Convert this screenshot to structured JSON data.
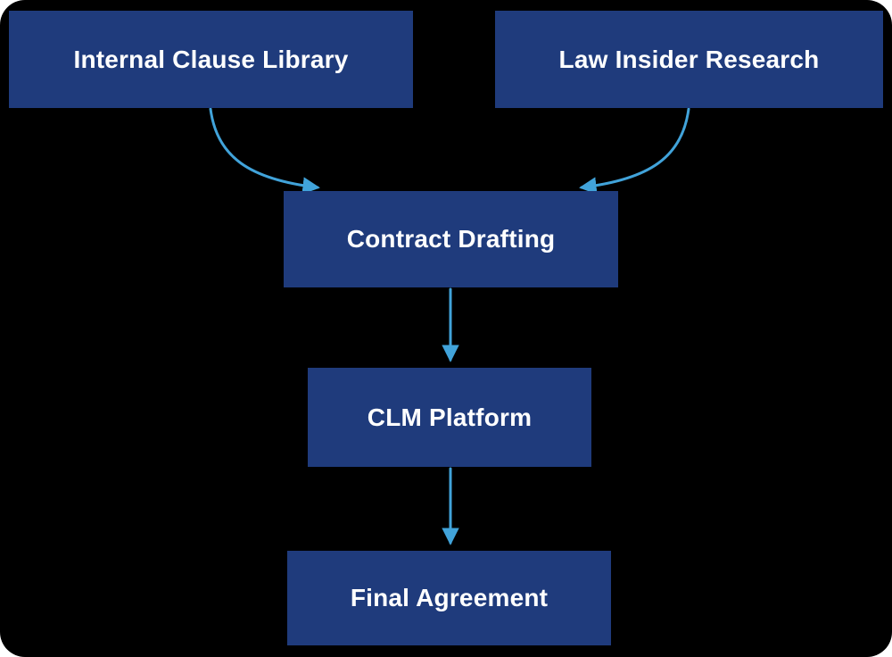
{
  "diagram": {
    "type": "flowchart",
    "background_color": "#000000",
    "node_fill_color": "#1f3b7c",
    "node_text_color": "#ffffff",
    "arrow_color": "#41a3da",
    "nodes": [
      {
        "id": "internal-clause-library",
        "label": "Internal Clause Library"
      },
      {
        "id": "law-insider-research",
        "label": "Law Insider Research"
      },
      {
        "id": "contract-drafting",
        "label": "Contract Drafting"
      },
      {
        "id": "clm-platform",
        "label": "CLM Platform"
      },
      {
        "id": "final-agreement",
        "label": "Final Agreement"
      }
    ],
    "edges": [
      {
        "from": "internal-clause-library",
        "to": "contract-drafting"
      },
      {
        "from": "law-insider-research",
        "to": "contract-drafting"
      },
      {
        "from": "contract-drafting",
        "to": "clm-platform"
      },
      {
        "from": "clm-platform",
        "to": "final-agreement"
      }
    ]
  }
}
